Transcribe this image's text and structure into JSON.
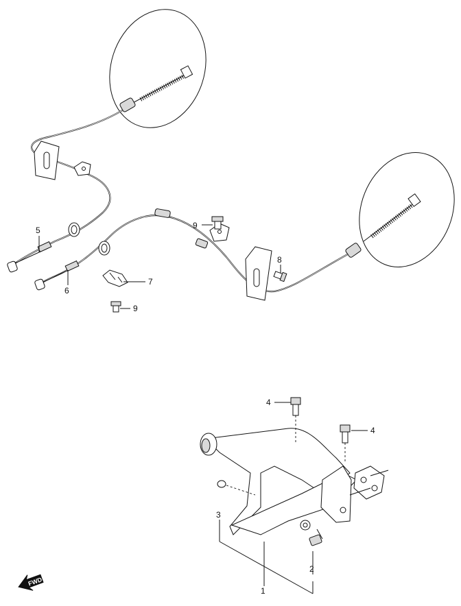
{
  "callouts": [
    {
      "id": "1",
      "text": "1"
    },
    {
      "id": "2",
      "text": "2"
    },
    {
      "id": "3",
      "text": "3"
    },
    {
      "id": "4a",
      "text": "4"
    },
    {
      "id": "4b",
      "text": "4"
    },
    {
      "id": "5",
      "text": "5"
    },
    {
      "id": "6",
      "text": "6"
    },
    {
      "id": "7",
      "text": "7"
    },
    {
      "id": "8",
      "text": "8"
    },
    {
      "id": "9a",
      "text": "9"
    },
    {
      "id": "9b",
      "text": "9"
    }
  ],
  "fwd_marker": {
    "text": "FWD"
  }
}
